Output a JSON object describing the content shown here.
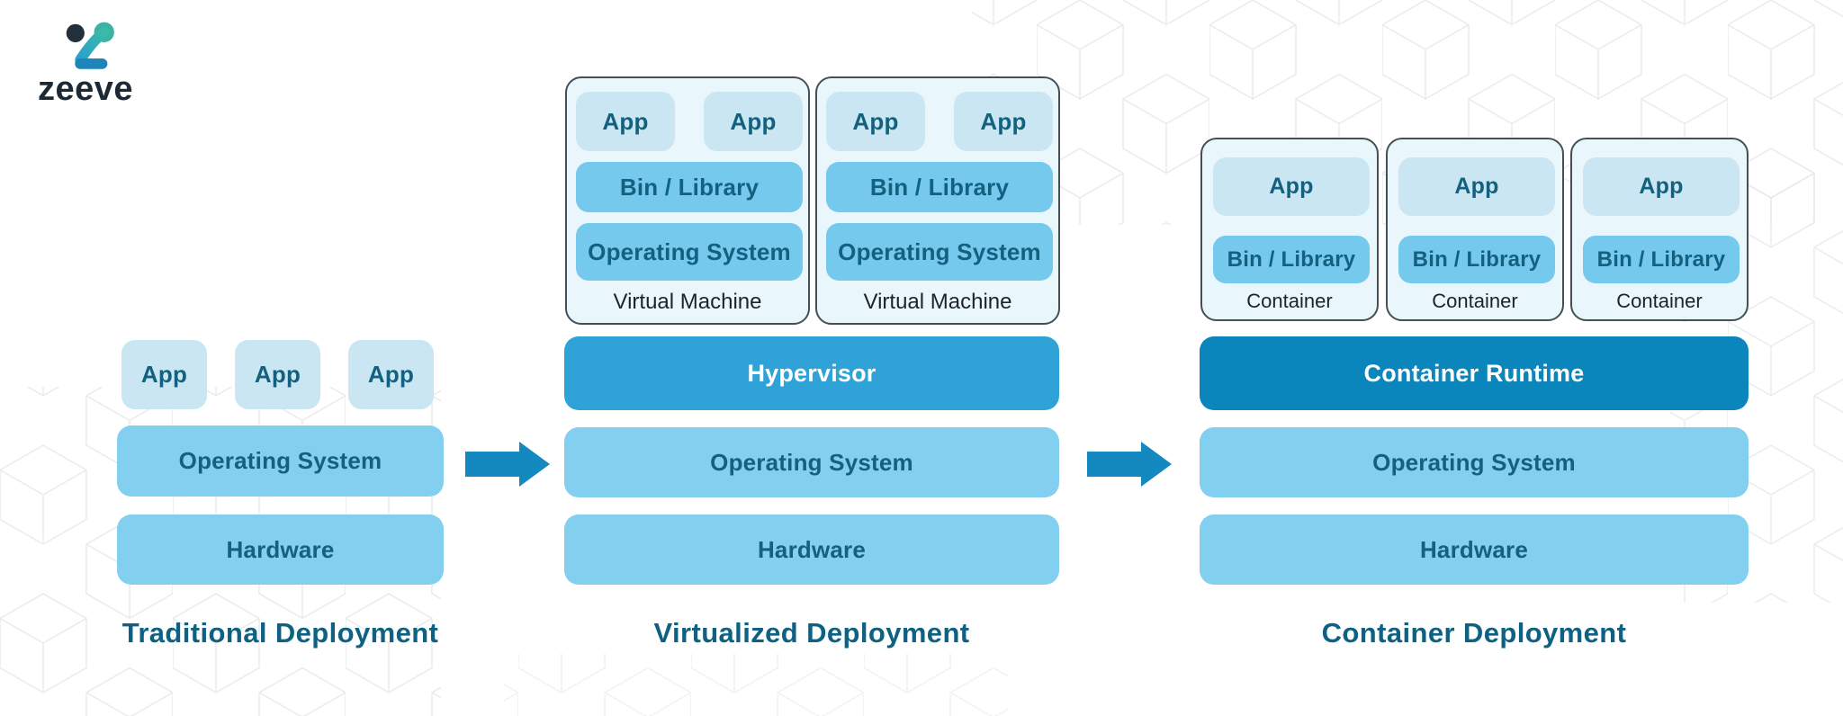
{
  "brand": {
    "name": "zeeve"
  },
  "diagram": {
    "columns": [
      {
        "title": "Traditional Deployment",
        "apps": [
          "App",
          "App",
          "App"
        ],
        "layers": [
          {
            "label": "Operating System"
          },
          {
            "label": "Hardware"
          }
        ]
      },
      {
        "title": "Virtualized Deployment",
        "vms": [
          {
            "caption": "Virtual Machine",
            "apps": [
              "App",
              "App"
            ],
            "bin": "Bin / Library",
            "os": "Operating System"
          },
          {
            "caption": "Virtual Machine",
            "apps": [
              "App",
              "App"
            ],
            "bin": "Bin / Library",
            "os": "Operating System"
          }
        ],
        "layers": [
          {
            "label": "Hypervisor"
          },
          {
            "label": "Operating System"
          },
          {
            "label": "Hardware"
          }
        ]
      },
      {
        "title": "Container Deployment",
        "containers": [
          {
            "caption": "Container",
            "app": "App",
            "bin": "Bin / Library"
          },
          {
            "caption": "Container",
            "app": "App",
            "bin": "Bin / Library"
          },
          {
            "caption": "Container",
            "app": "App",
            "bin": "Bin / Library"
          }
        ],
        "layers": [
          {
            "label": "Container Runtime"
          },
          {
            "label": "Operating System"
          },
          {
            "label": "Hardware"
          }
        ]
      }
    ],
    "colors": {
      "app_box": "#c9e6f2",
      "inner_layer_box": "#74c9ed",
      "stack_row_box": "#82cfef",
      "hypervisor": "#2fa3d8",
      "container_runtime": "#0a86bd",
      "shell_fill": "#e9f6fb",
      "shell_border": "#454f57",
      "arrow": "#1389c0",
      "title_text": "#0e6183",
      "box_text": "#14607f",
      "caption_text": "#1d2328"
    }
  }
}
